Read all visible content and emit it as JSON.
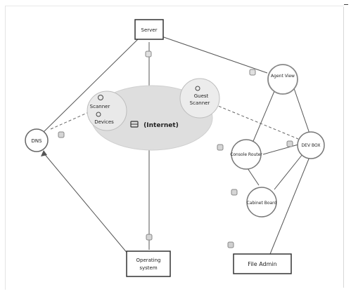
{
  "diagram": {
    "nodes": {
      "top_box": "Server",
      "left_circle": "DNS",
      "cloud": "(Internet)",
      "cloud_sub_left_1": "Scanner",
      "cloud_sub_left_2": "Devices",
      "cloud_sub_right_1": "Guest",
      "cloud_sub_right_2": "Scanner",
      "right_top_circle": "Agent View",
      "right_mid_circle": "DEV BOX",
      "center_right_circle": "Console Router",
      "lower_right_circle": "Cabinet Board",
      "bottom_left_box_1": "Operating",
      "bottom_left_box_2": "system",
      "bottom_right_box": "File Admin"
    }
  }
}
